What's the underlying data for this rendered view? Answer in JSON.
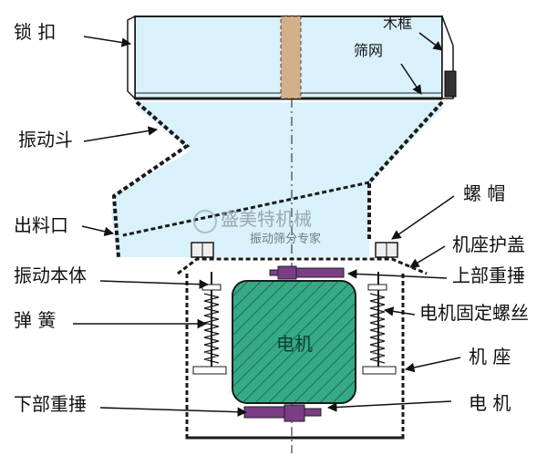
{
  "labels": {
    "lock": "锁 扣",
    "wood_frame": "木框",
    "screen_mesh": "筛网",
    "vibrating_hopper": "振动斗",
    "nut_cap": "螺 帽",
    "outlet": "出料口",
    "base_cover": "机座护盖",
    "vibrating_body": "振动本体",
    "upper_weight": "上部重捶",
    "spring": "弹 簧",
    "motor_bolts": "电机固定螺丝",
    "base": "机 座",
    "lower_weight": "下部重捶",
    "motor": "电 机",
    "motor_center": "电机"
  },
  "watermark": {
    "brand": "盛美特机械",
    "subtitle": "振动筛分专家"
  },
  "colors": {
    "hopper_fill": "#d9f1fb",
    "motor_fill": "#2fa884",
    "weight_fill": "#7b3e86",
    "band_fill": "#d4b08a",
    "outline": "#1a1a1a"
  }
}
